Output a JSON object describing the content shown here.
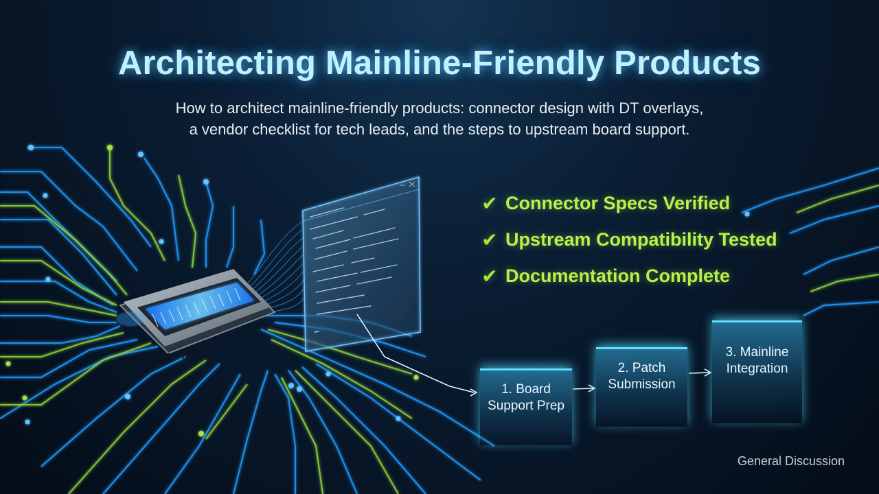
{
  "title": "Architecting Mainline-Friendly Products",
  "subtitle_line1": "How to architect mainline-friendly products: connector design with DT overlays,",
  "subtitle_line2": "a vendor checklist for tech leads, and the steps to upstream board support.",
  "checklist": [
    {
      "icon": "check-icon",
      "label": "Connector Specs Verified"
    },
    {
      "icon": "check-icon",
      "label": "Upstream Compatibility Tested"
    },
    {
      "icon": "check-icon",
      "label": "Documentation Complete"
    }
  ],
  "steps": [
    {
      "line1": "1. Board",
      "line2": "Support Prep"
    },
    {
      "line1": "2. Patch",
      "line2": "Submission"
    },
    {
      "line1": "3. Mainline",
      "line2": "Integration"
    }
  ],
  "footer_tag": "General Discussion",
  "colors": {
    "title_glow": "#5ac8ff",
    "check_green": "#b9f04a",
    "trace_blue": "#2aa8ff",
    "trace_green": "#8fd43a",
    "step_accent": "#5fe0ff"
  }
}
